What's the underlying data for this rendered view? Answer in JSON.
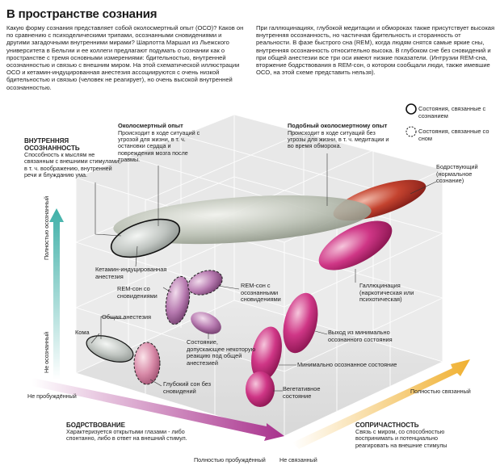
{
  "title": "В пространстве сознания",
  "intro_left": "Какую форму сознания представляет собой околосмертный опыт (ОСО)? Каков он по сравнению с психоделическими трипами, осознанными сновидениями и другими загадочными внутренними мирами? Шарлотта Маршал из Льежского университета в Бельгии и ее коллеги предлагают подумать о сознании как о пространстве с тремя основными измерениями: бдительностью, внутренней осознанностью и связью с внешним миром. На этой схематической иллюстрации ОСО и кетамин-индуцированная анестезия ассоциируются с очень низкой бдительностью и связью (человек не реагирует), но очень высокой внутренней осознанностью.",
  "intro_right": "При галлюцинациях, глубокой медитации и обмороках также присутствует высокая внутренняя осознанность, но частичная бдительность и сторанность от реальности. В фазе быстрого сна (REM), когда людям снятся самые яркие сны, внутренняя осознанность относительно высока. В глубоком сне без сновидений и при общей анестезии все три оси имеют низкие показатели. (Интрузии REM-сна, вторжение бодрствования в REM-сон, о котором сообщали люди, также имевшие ОСО, на этой схеме представить нельзя).",
  "legend": {
    "conscious": "Состояния, связанные с сознанием",
    "sleep": "Состояния, связанные со сном"
  },
  "axes": {
    "inner": {
      "title": "ВНУТРЕННЯЯ ОСОЗНАННОСТЬ",
      "desc": "Способность к мыслям не связанным с внешними стимулами, в т. ч. воображению, внутренней речи и блужданию ума.",
      "top": "Полностью осознанный",
      "bottom": "Не осознанный"
    },
    "wake": {
      "title": "БОДРСТВОВАНИЕ",
      "desc": "Характеризуется открытыми глазами - либо спонтанно, либо в ответ на внешний стимул.",
      "start": "Не пробуждённый",
      "end": "Полностью пробуждённый"
    },
    "conn": {
      "title": "СОПРИЧАСТНОСТЬ",
      "desc": "Связь с миром, со способностью воспринимать и потенциально реагировать на внешние стимулы",
      "start": "Не связанный",
      "end": "Полностью связанный"
    }
  },
  "states": {
    "nde_title": "Околосмертный опыт",
    "nde_desc": "Происходит в ходе ситуаций с угрозой для жизни, в т. ч. остановки сердца и повреждения мозга после травмы.",
    "nde_like_title": "Подобный околосмертному опыт",
    "nde_like_desc": "Происходит в ходе ситуаций без угрозы для жизни, в т. ч. медитации и во время обморока.",
    "awake": "Бодрствующий (нормальное сознание)",
    "hallucination": "Галлюцинация (наркотическая или психотическая)",
    "ketamine": "Кетамин-индуцированная анестезия",
    "rem_dreams": "REM-сон со сновидениями",
    "rem_lucid": "REM-сон с осознанными сновидениями",
    "anesthesia_resp": "Состояние, допускающее некоторую реакцию под общей анестезией",
    "general_anesthesia": "Общая анестезия",
    "coma": "Кома",
    "deep_sleep": "Глубокий сон без сновидений",
    "vegetative": "Вегетативное состояние",
    "mcs": "Минимально осознанное состояние",
    "mcs_exit": "Выход из минимально осознанного состояния"
  },
  "colors": {
    "axis_inner": "#4fb8b0",
    "axis_wake": "#b04c9a",
    "axis_conn": "#e8b23a",
    "magenta": "#c3206e",
    "red": "#b8302c",
    "grey": "#9aa0a0"
  }
}
